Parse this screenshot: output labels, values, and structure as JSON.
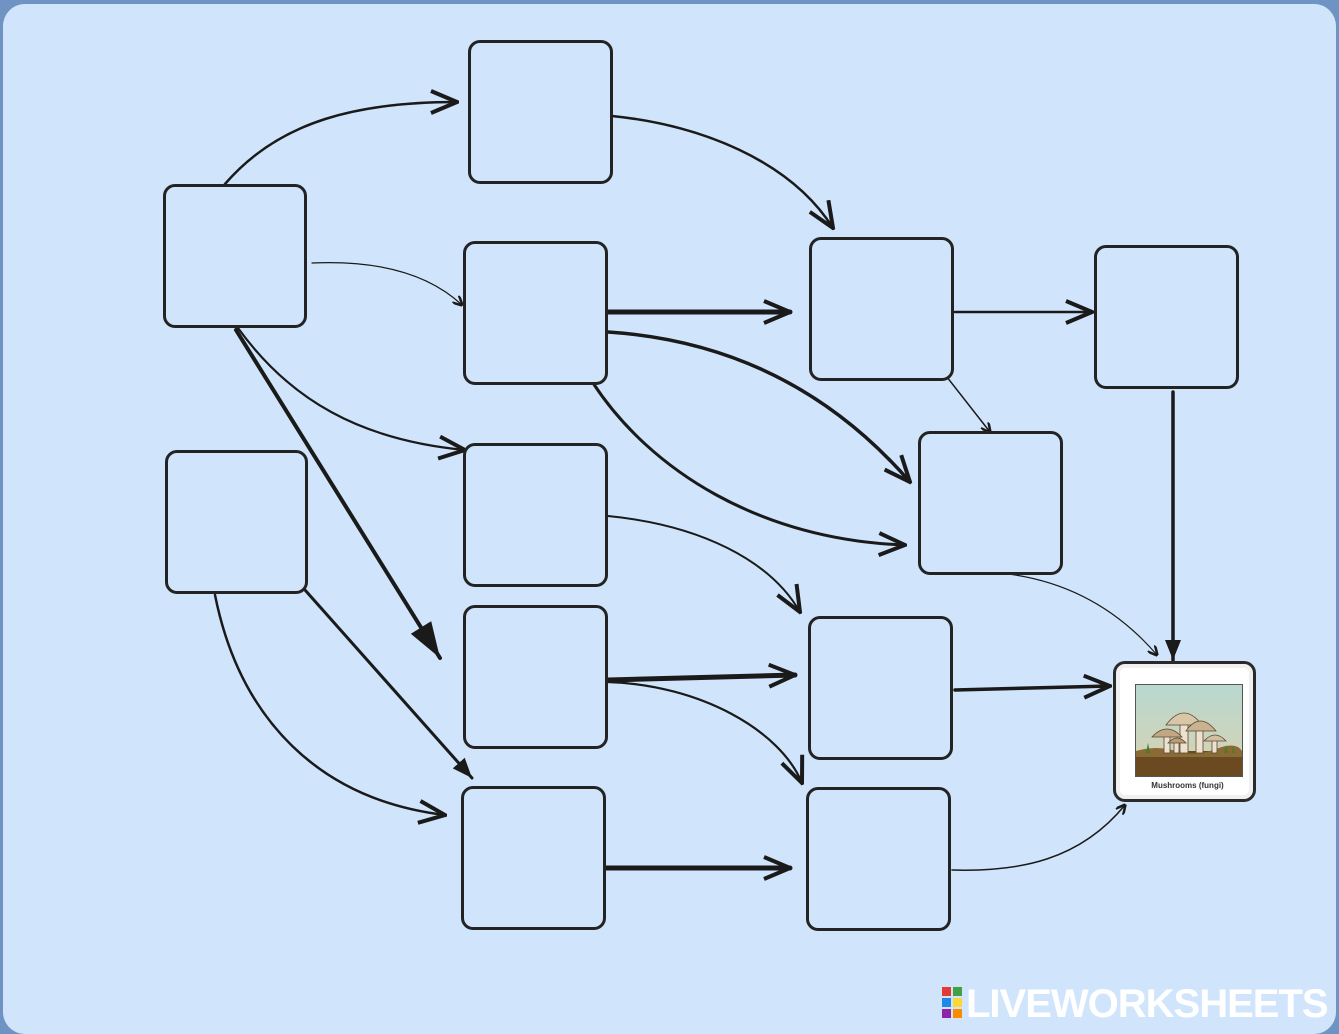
{
  "card": {
    "caption": "Mushrooms (fungi)",
    "icon": "mushroom-illustration"
  },
  "brand": {
    "name": "LIVEWORKSHEETS",
    "logo_letters": [
      "L",
      "I",
      "V",
      "E"
    ]
  },
  "colors": {
    "background": "#d0e5fb",
    "frame": "#6f93c2",
    "line": "#1a1a1a"
  }
}
